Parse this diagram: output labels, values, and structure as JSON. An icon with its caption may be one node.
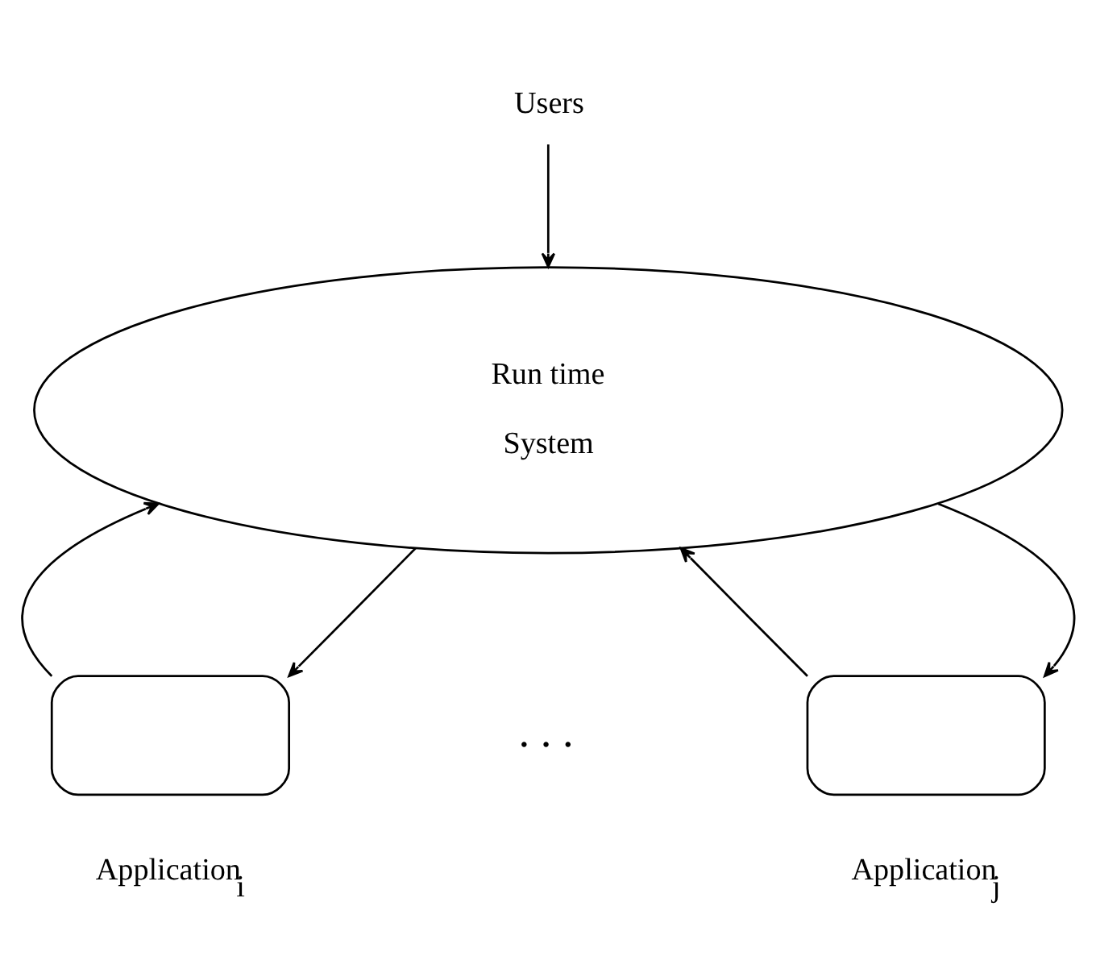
{
  "diagram": {
    "nodes": [
      {
        "text": [
          "Users"
        ]
      },
      {
        "text": [
          "Run time System"
        ]
      },
      {
        "text": [],
        "shape": "box",
        "beside": [
          "Application$_{i}$"
        ]
      },
      {
        "text": [],
        "shape": "box",
        "beside": [
          "Application$_{j}$"
        ]
      }
    ],
    "edges": [
      {
        "from": 0,
        "to": 1,
        "arrow": "to"
      },
      {
        "from": 2,
        "to": 1,
        "arrow": "to"
      },
      {
        "from": 1,
        "to": 2,
        "arrow": "to"
      },
      {
        "from": 3,
        "to": 1,
        "arrow": "to"
      },
      {
        "from": 1,
        "to": 3,
        "arrow": "to"
      }
    ],
    "labels": [
      ". . ."
    ]
  }
}
